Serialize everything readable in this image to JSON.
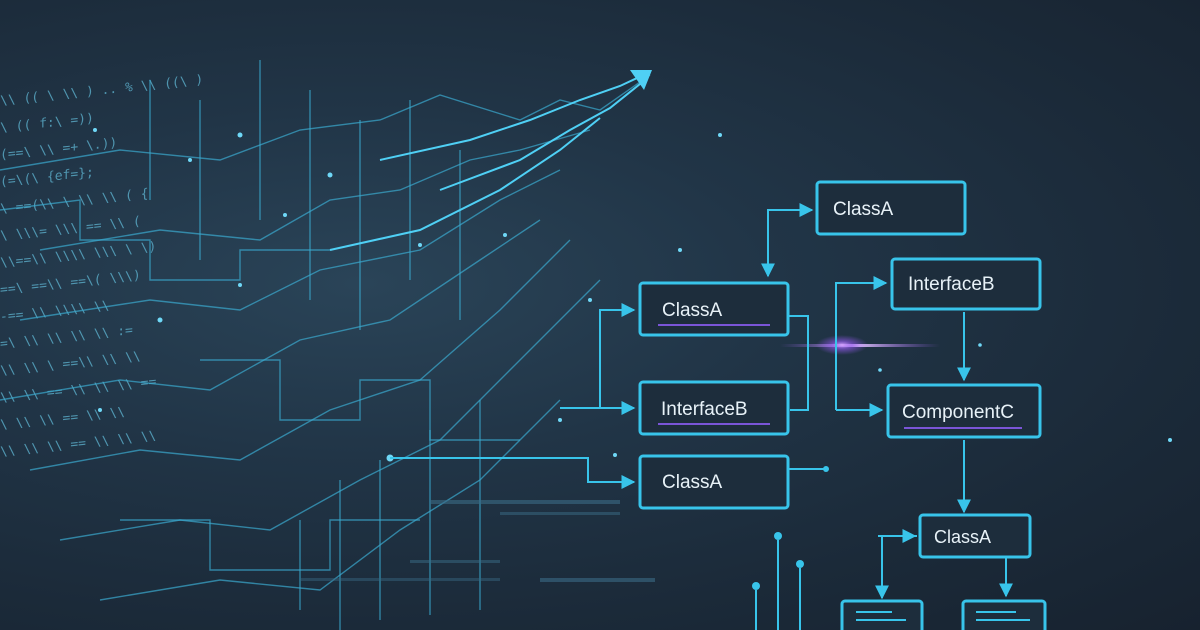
{
  "title": "",
  "colors": {
    "background": "#1c2b3b",
    "accent": "#38c4ea",
    "highlight": "#b06cff",
    "node_fill": "#1d2d3c",
    "text": "#e8f2f8"
  },
  "diagram": {
    "nodes": [
      {
        "id": "n1",
        "label": "ClassA"
      },
      {
        "id": "n2",
        "label": "ClassA"
      },
      {
        "id": "n3",
        "label": "InterfaceB"
      },
      {
        "id": "n4",
        "label": "ClassA"
      },
      {
        "id": "n5",
        "label": "InterfaceB"
      },
      {
        "id": "n6",
        "label": "ComponentC"
      },
      {
        "id": "n7",
        "label": "ClassA"
      },
      {
        "id": "n8",
        "label": ""
      },
      {
        "id": "n9",
        "label": ""
      }
    ],
    "edges": [
      {
        "from": "n2",
        "to": "n1"
      },
      {
        "from": "n5",
        "to": "n6"
      },
      {
        "from": "n2",
        "to": "n6"
      },
      {
        "from": "n6",
        "to": "n7"
      },
      {
        "from": "n7",
        "to": "n8"
      },
      {
        "from": "n7",
        "to": "n9"
      }
    ]
  },
  "code_lines": [
    "\\\\ (( \\ \\\\ ) ..  % \\\\  ((\\ )",
    "\\ ((   f:\\  =))",
    "(==\\   \\\\ =+  \\.))",
    "(=\\(\\  {ef=};",
    "\\ ==(\\\\ \\   \\\\  \\\\ (  {",
    "\\ \\\\\\= \\\\\\ ==  \\\\ (  ",
    "\\\\==\\\\  \\\\\\\\ \\\\\\ \\  \\)",
    "==\\  ==\\\\  ==\\(  \\\\\\)",
    "-==  \\\\ \\\\\\\\ \\\\",
    "=\\ \\\\ \\\\ \\\\  \\\\ :=",
    "\\\\ \\\\ \\ ==\\\\ \\\\ \\\\",
    "\\\\ \\\\ == \\\\  \\\\ \\\\ ==",
    "\\ \\\\ \\\\  == \\\\ \\\\",
    "\\\\ \\\\ \\\\ == \\\\ \\\\ \\\\"
  ]
}
